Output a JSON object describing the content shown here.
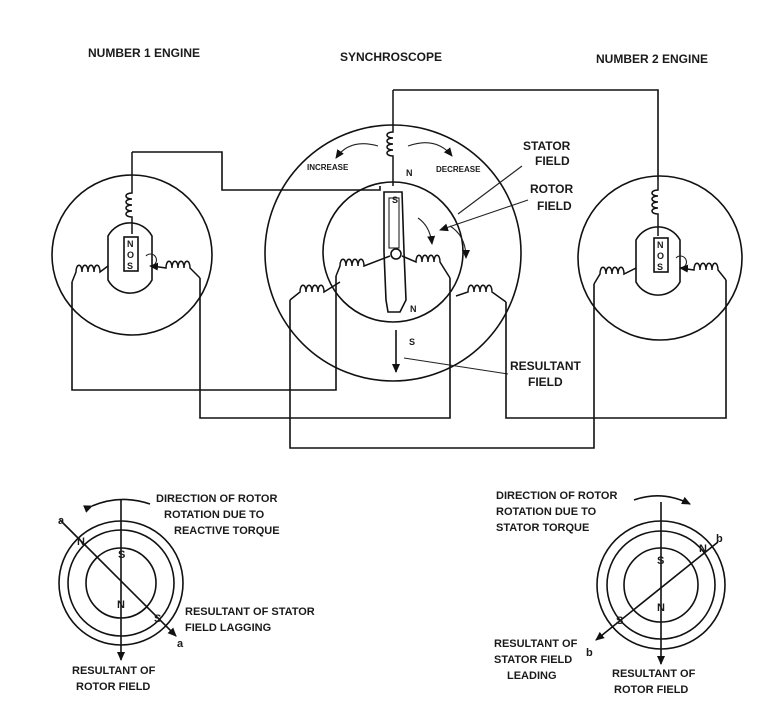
{
  "titles": {
    "engine1": "NUMBER 1 ENGINE",
    "synchroscope": "SYNCHROSCOPE",
    "engine2": "NUMBER 2 ENGINE"
  },
  "synchroscope": {
    "increase": "INCREASE",
    "decrease": "DECREASE",
    "stator_field": [
      "STATOR",
      "FIELD"
    ],
    "rotor_field": [
      "ROTOR",
      "FIELD"
    ],
    "resultant_field": [
      "RESULTANT",
      "FIELD"
    ],
    "pole_n_top": "N",
    "pole_s_needle": "S",
    "pole_n_needle": "N",
    "pole_s_bottom": "S"
  },
  "rotor_letters": {
    "n": "N",
    "o": "O",
    "s": "S"
  },
  "lagging_diagram": {
    "rotation_label": [
      "DIRECTION OF ROTOR",
      "ROTATION DUE TO",
      "REACTIVE TORQUE"
    ],
    "stator_label": [
      "RESULTANT OF STATOR",
      "FIELD LAGGING"
    ],
    "rotor_label": [
      "RESULTANT OF",
      "ROTOR FIELD"
    ],
    "letter_a": "a",
    "pole_n": "N",
    "pole_s": "S"
  },
  "leading_diagram": {
    "rotation_label": [
      "DIRECTION OF ROTOR",
      "ROTATION DUE TO",
      "STATOR TORQUE"
    ],
    "stator_label": [
      "RESULTANT OF",
      "STATOR FIELD",
      "LEADING"
    ],
    "rotor_label": [
      "RESULTANT OF",
      "ROTOR FIELD"
    ],
    "letter_b": "b",
    "pole_n": "N",
    "pole_s": "S"
  },
  "colors": {
    "ink": "#111111",
    "background": "#ffffff"
  }
}
